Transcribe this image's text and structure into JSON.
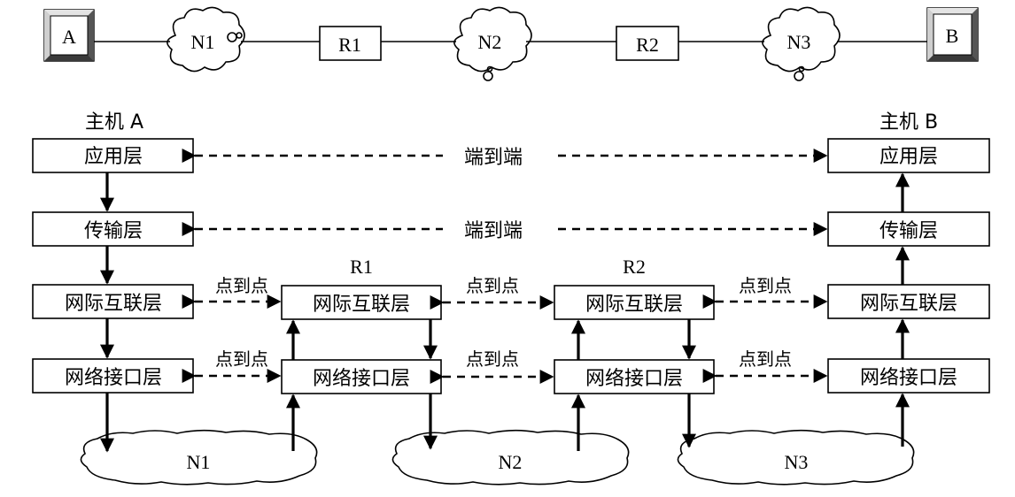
{
  "topology": {
    "host_a": "A",
    "host_b": "B",
    "clouds": [
      "N1",
      "N2",
      "N3"
    ],
    "routers": [
      "R1",
      "R2"
    ]
  },
  "host_a_label": "主机 A",
  "host_b_label": "主机 B",
  "router_labels": [
    "R1",
    "R2"
  ],
  "layers": {
    "application": "应用层",
    "transport": "传输层",
    "internet": "网际互联层",
    "network_interface": "网络接口层"
  },
  "relations": {
    "end_to_end": "端到端",
    "point_to_point": "点到点"
  },
  "networks": [
    "N1",
    "N2",
    "N3"
  ]
}
